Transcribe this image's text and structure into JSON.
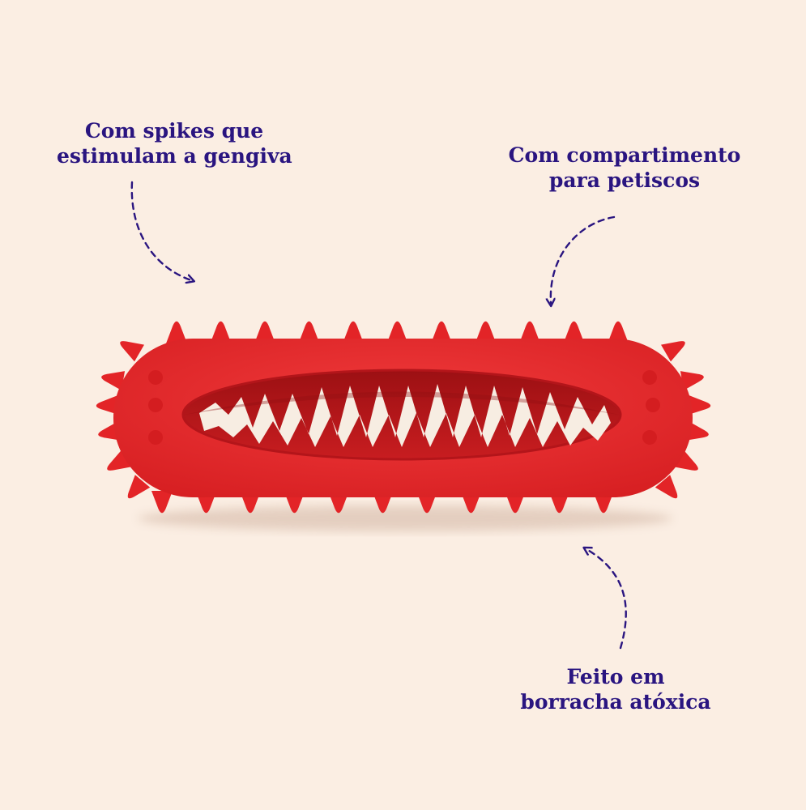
{
  "colors": {
    "background": "#fbeee3",
    "text": "#2a1580",
    "toy_red": "#e8282b",
    "toy_red_dark": "#c91a1d",
    "cream_insert": "#f7ede2"
  },
  "callouts": {
    "spikes": {
      "line1": "Com spikes que",
      "line2": "estimulam a gengiva"
    },
    "compartment": {
      "line1": "Com compartimento",
      "line2": "para petiscos"
    },
    "material": {
      "line1": "Feito em",
      "line2": "borracha atóxica"
    }
  },
  "icons": {
    "arrows": [
      "dashed-arrow-icon",
      "dashed-arrow-icon",
      "dashed-arrow-icon"
    ],
    "product": "spiked-chew-toy"
  }
}
